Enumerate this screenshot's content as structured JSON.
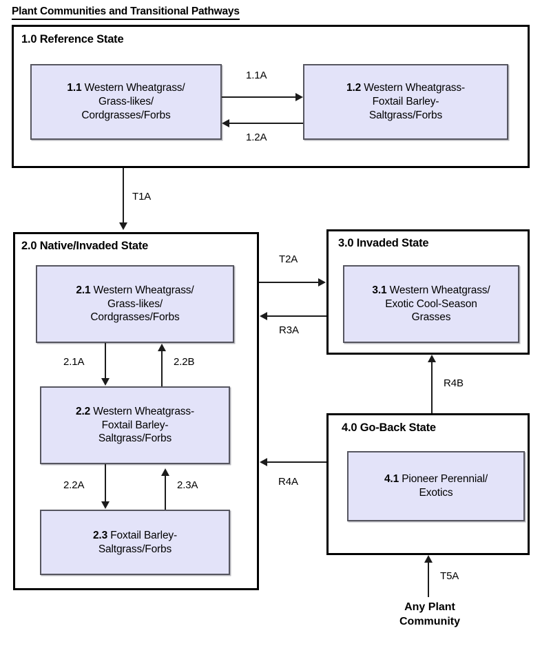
{
  "title": "Plant Communities and Transitional Pathways",
  "states": [
    {
      "id": "state-1",
      "label": "1.0 Reference State"
    },
    {
      "id": "state-2",
      "label": "2.0 Native/Invaded State"
    },
    {
      "id": "state-3",
      "label": "3.0 Invaded State"
    },
    {
      "id": "state-4",
      "label": "4.0 Go-Back State"
    }
  ],
  "communities": [
    {
      "id": "1.1",
      "num": "1.1",
      "name": "Western Wheatgrass/ Grass-likes/ Cordgrasses/Forbs",
      "lines": [
        "Western Wheatgrass/",
        "Grass-likes/",
        "Cordgrasses/Forbs"
      ]
    },
    {
      "id": "1.2",
      "num": "1.2",
      "name": "Western Wheatgrass-Foxtail Barley-Saltgrass/Forbs",
      "lines": [
        "Western Wheatgrass-",
        "Foxtail Barley-",
        "Saltgrass/Forbs"
      ]
    },
    {
      "id": "2.1",
      "num": "2.1",
      "name": "Western Wheatgrass/ Grass-likes/ Cordgrasses/Forbs",
      "lines": [
        "Western Wheatgrass/",
        "Grass-likes/",
        "Cordgrasses/Forbs"
      ]
    },
    {
      "id": "2.2",
      "num": "2.2",
      "name": "Western Wheatgrass-Foxtail Barley-Saltgrass/Forbs",
      "lines": [
        "Western Wheatgrass-",
        "Foxtail Barley-",
        "Saltgrass/Forbs"
      ]
    },
    {
      "id": "2.3",
      "num": "2.3",
      "name": "Foxtail Barley-Saltgrass/Forbs",
      "lines": [
        "Foxtail Barley-",
        "Saltgrass/Forbs"
      ]
    },
    {
      "id": "3.1",
      "num": "3.1",
      "name": "Western Wheatgrass/ Exotic Cool-Season Grasses",
      "lines": [
        "Western Wheatgrass/",
        "Exotic Cool-Season",
        "Grasses"
      ]
    },
    {
      "id": "4.1",
      "num": "4.1",
      "name": "Pioneer Perennial/ Exotics",
      "lines": [
        "Pioneer Perennial/",
        "Exotics"
      ]
    }
  ],
  "transitions": [
    {
      "id": "t-1-1a",
      "label": "1.1A",
      "from": "1.1",
      "to": "1.2",
      "direction": "right"
    },
    {
      "id": "t-1-2a",
      "label": "1.2A",
      "from": "1.2",
      "to": "1.1",
      "direction": "left"
    },
    {
      "id": "t-t1a",
      "label": "T1A",
      "from": "state-1",
      "to": "state-2",
      "direction": "down"
    },
    {
      "id": "t-t2a",
      "label": "T2A",
      "from": "state-2",
      "to": "state-3",
      "direction": "right"
    },
    {
      "id": "t-r3a",
      "label": "R3A",
      "from": "state-3",
      "to": "state-2",
      "direction": "left"
    },
    {
      "id": "t-2-1a",
      "label": "2.1A",
      "from": "2.1",
      "to": "2.2",
      "direction": "down"
    },
    {
      "id": "t-2-2b",
      "label": "2.2B",
      "from": "2.2",
      "to": "2.1",
      "direction": "up"
    },
    {
      "id": "t-2-2a",
      "label": "2.2A",
      "from": "2.2",
      "to": "2.3",
      "direction": "down"
    },
    {
      "id": "t-2-3a",
      "label": "2.3A",
      "from": "2.3",
      "to": "2.2",
      "direction": "up"
    },
    {
      "id": "t-r4a",
      "label": "R4A",
      "from": "state-4",
      "to": "state-2",
      "direction": "left"
    },
    {
      "id": "t-r4b",
      "label": "R4B",
      "from": "state-4",
      "to": "state-3",
      "direction": "up"
    },
    {
      "id": "t-t5a",
      "label": "T5A",
      "from": "any-plant-community",
      "to": "state-4",
      "direction": "up"
    }
  ],
  "free_nodes": [
    {
      "id": "any-plant-community",
      "lines": [
        "Any Plant",
        "Community"
      ]
    }
  ],
  "colors": {
    "community_fill": "#E3E3F9",
    "community_border": "#55555F",
    "state_border": "#000000",
    "arrow": "#1B1B1B",
    "text": "#000000",
    "background": "#FFFFFF"
  }
}
